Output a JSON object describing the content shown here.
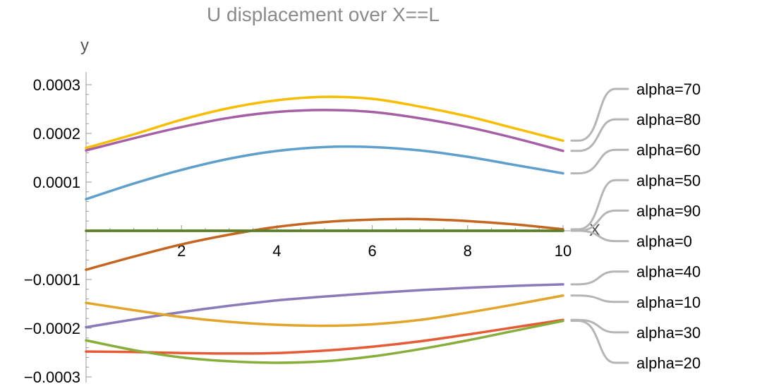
{
  "chart_data": {
    "type": "line",
    "title": "U displacement over X==L",
    "xlabel": "X",
    "ylabel": "y",
    "xlim": [
      0,
      10
    ],
    "ylim": [
      -0.0003,
      0.0003
    ],
    "x_ticks": [
      2,
      4,
      6,
      8,
      10
    ],
    "x_tick_labels": [
      "2",
      "4",
      "6",
      "8",
      "10"
    ],
    "y_ticks": [
      -0.0003,
      -0.0002,
      -0.0001,
      0.0001,
      0.0002,
      0.0003
    ],
    "y_tick_labels": [
      "−0.0003",
      "−0.0002",
      "−0.0001",
      "0.0001",
      "0.0002",
      "0.0003"
    ],
    "grid": false,
    "legend_placement": "right, callout labels at line ends",
    "x": [
      0,
      1,
      2,
      3,
      4,
      5,
      6,
      7,
      8,
      9,
      10
    ],
    "series": [
      {
        "name": "alpha=70",
        "color": "#f7bd00",
        "values": [
          0.00017,
          0.000198,
          0.000228,
          0.000252,
          0.000268,
          0.000275,
          0.000271,
          0.000255,
          0.000235,
          0.00021,
          0.000185
        ]
      },
      {
        "name": "alpha=80",
        "color": "#a560a5",
        "values": [
          0.000165,
          0.00019,
          0.000213,
          0.000232,
          0.000244,
          0.000248,
          0.000244,
          0.000231,
          0.000213,
          0.00019,
          0.000164
        ]
      },
      {
        "name": "alpha=60",
        "color": "#5e9fcb",
        "values": [
          6.5e-05,
          9.7e-05,
          0.000125,
          0.000148,
          0.000164,
          0.000172,
          0.000172,
          0.000165,
          0.000152,
          0.000135,
          0.000118
        ]
      },
      {
        "name": "alpha=50",
        "color": "#c4661f",
        "values": [
          -8e-05,
          -5.3e-05,
          -2.8e-05,
          -8e-06,
          8e-06,
          1.8e-05,
          2.3e-05,
          2.4e-05,
          2e-05,
          1.3e-05,
          3e-06
        ]
      },
      {
        "name": "alpha=90",
        "color": "#8aa83c",
        "values": [
          0,
          0,
          0,
          0,
          0,
          0,
          0,
          0,
          0,
          0,
          0
        ]
      },
      {
        "name": "alpha=0",
        "color": "#5a7d2a",
        "values": [
          0,
          0,
          0,
          0,
          0,
          0,
          0,
          0,
          0,
          0,
          0
        ]
      },
      {
        "name": "alpha=40",
        "color": "#8a7ab8",
        "values": [
          -0.000198,
          -0.000182,
          -0.000167,
          -0.000154,
          -0.000143,
          -0.000135,
          -0.000128,
          -0.000122,
          -0.000117,
          -0.000113,
          -0.00011
        ]
      },
      {
        "name": "alpha=10",
        "color": "#e3a42a",
        "values": [
          -0.000148,
          -0.000163,
          -0.000177,
          -0.000187,
          -0.000193,
          -0.000195,
          -0.000192,
          -0.000183,
          -0.000168,
          -0.000151,
          -0.000133
        ]
      },
      {
        "name": "alpha=30",
        "color": "#e55b35",
        "values": [
          -0.000248,
          -0.000249,
          -0.000251,
          -0.000252,
          -0.000251,
          -0.000246,
          -0.000238,
          -0.000227,
          -0.000213,
          -0.000198,
          -0.000183
        ]
      },
      {
        "name": "alpha=20",
        "color": "#87ae3a",
        "values": [
          -0.000225,
          -0.000245,
          -0.00026,
          -0.000268,
          -0.000271,
          -0.000268,
          -0.000258,
          -0.000243,
          -0.000225,
          -0.000205,
          -0.000185
        ]
      }
    ]
  }
}
